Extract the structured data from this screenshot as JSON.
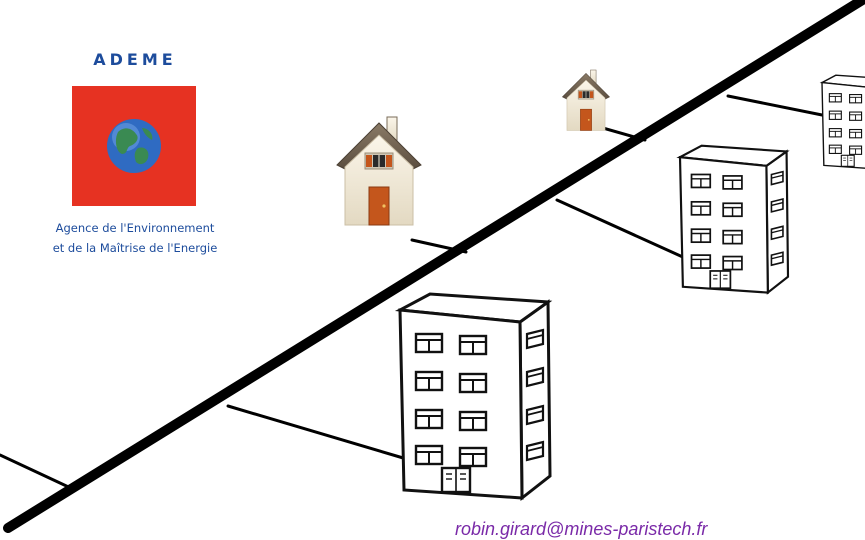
{
  "logo": {
    "brand": "ADEME",
    "tagline_line1": "Agence de l'Environnement",
    "tagline_line2": "et de la Maîtrise de l'Energie",
    "globe_icon": "globe-icon",
    "colors": {
      "brand_blue": "#1d4c9c",
      "square_red": "#e63222"
    }
  },
  "contact": {
    "email": "robin.girard@mines-paristech.fr",
    "color": "#7a2aa8"
  },
  "diagram": {
    "elements": [
      "main-grid-line",
      "branch-lines",
      "house-icon",
      "small-house-icon",
      "apartment-building-icon",
      "small-apartment-building-icon"
    ]
  }
}
